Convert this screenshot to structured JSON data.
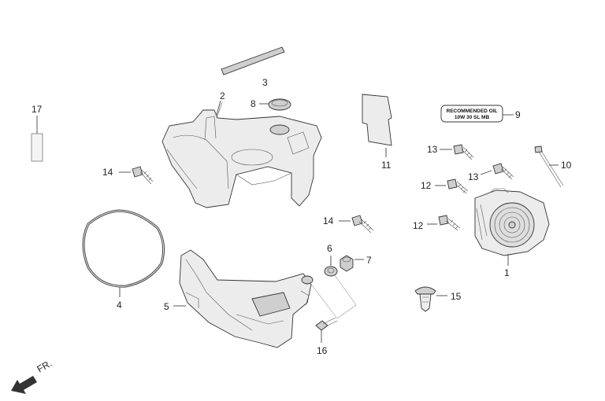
{
  "callouts": {
    "c1": "1",
    "c2": "2",
    "c3": "3",
    "c4": "4",
    "c5": "5",
    "c6": "6",
    "c7": "7",
    "c8": "8",
    "c9": "9",
    "c10": "10",
    "c11": "11",
    "c12a": "12",
    "c12b": "12",
    "c13a": "13",
    "c13b": "13",
    "c14a": "14",
    "c14b": "14",
    "c15": "15",
    "c16": "16",
    "c17": "17"
  },
  "oil_label": {
    "line1": "RECOMMENDED OIL",
    "line2": "10W 30 SL MB"
  },
  "direction": {
    "text": "FR."
  }
}
